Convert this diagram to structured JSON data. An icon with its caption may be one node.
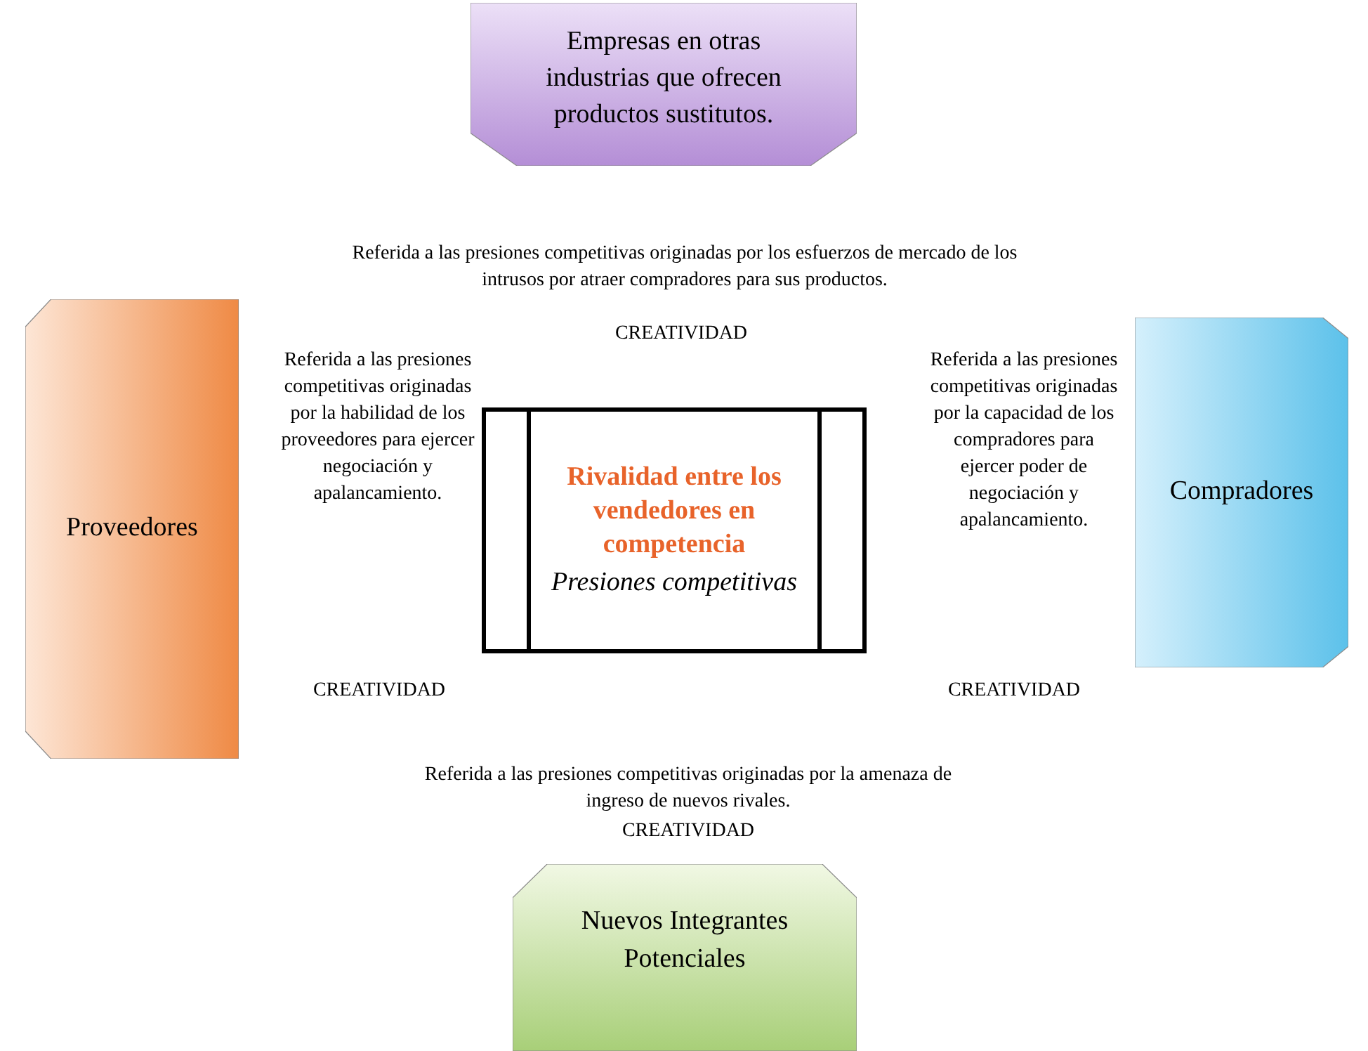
{
  "diagram": {
    "nodes": [
      {
        "text": [
          "Empresas en otras industrias que ofrecen productos sustitutos."
        ]
      },
      {
        "text": [
          "Proveedores"
        ]
      },
      {
        "text": [
          "Rivalidad entre los vendedores en competencia",
          "Presiones competitivas"
        ]
      },
      {
        "text": [
          "Compradores"
        ]
      },
      {
        "text": [
          "Nuevos Integrantes Potenciales"
        ]
      }
    ],
    "edges": [],
    "labels": [
      "Referida a las presiones competitivas originadas por los esfuerzos de mercado de los intrusos por atraer compradores para sus productos.",
      "CREATIVIDAD",
      "Referida a las presiones competitivas originadas por la habilidad de los proveedores para ejercer negociación y apalancamiento.",
      "CREATIVIDAD",
      "Referida a las presiones competitivas originadas por la capacidad de los compradores para ejercer poder de negociación y apalancamiento.",
      "CREATIVIDAD",
      "Referida a las presiones competitivas originadas por la amenaza de ingreso de nuevos rivales.",
      "CREATIVIDAD"
    ]
  }
}
